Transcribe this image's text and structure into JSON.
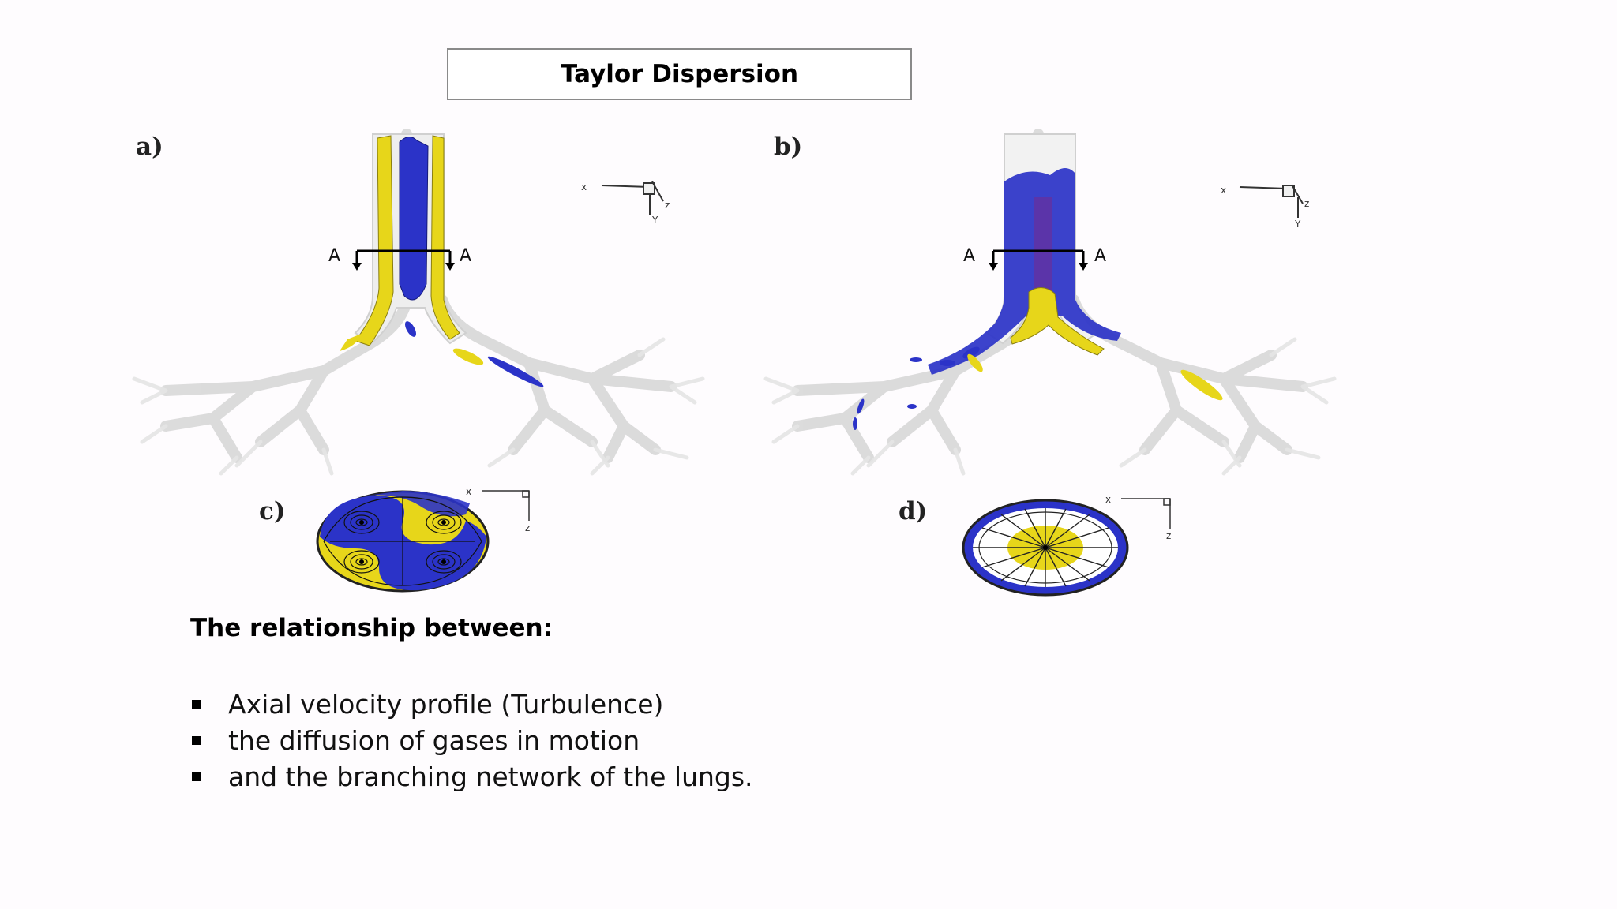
{
  "title": "Taylor Dispersion",
  "figure": {
    "panels": [
      {
        "label": "a)"
      },
      {
        "label": "b)"
      },
      {
        "label": "c)"
      },
      {
        "label": "d)"
      }
    ],
    "section_marker": "A",
    "axis_labels": {
      "x": "x",
      "y": "Y",
      "z": "z"
    },
    "colors": {
      "yellow": "#e7d61a",
      "blue": "#2b33c8",
      "airway": "#d9d9d9"
    }
  },
  "heading": "The relationship between:",
  "bullets": [
    "Axial velocity profile (Turbulence)",
    "the diffusion of gases in motion",
    "and the branching network of the lungs."
  ]
}
